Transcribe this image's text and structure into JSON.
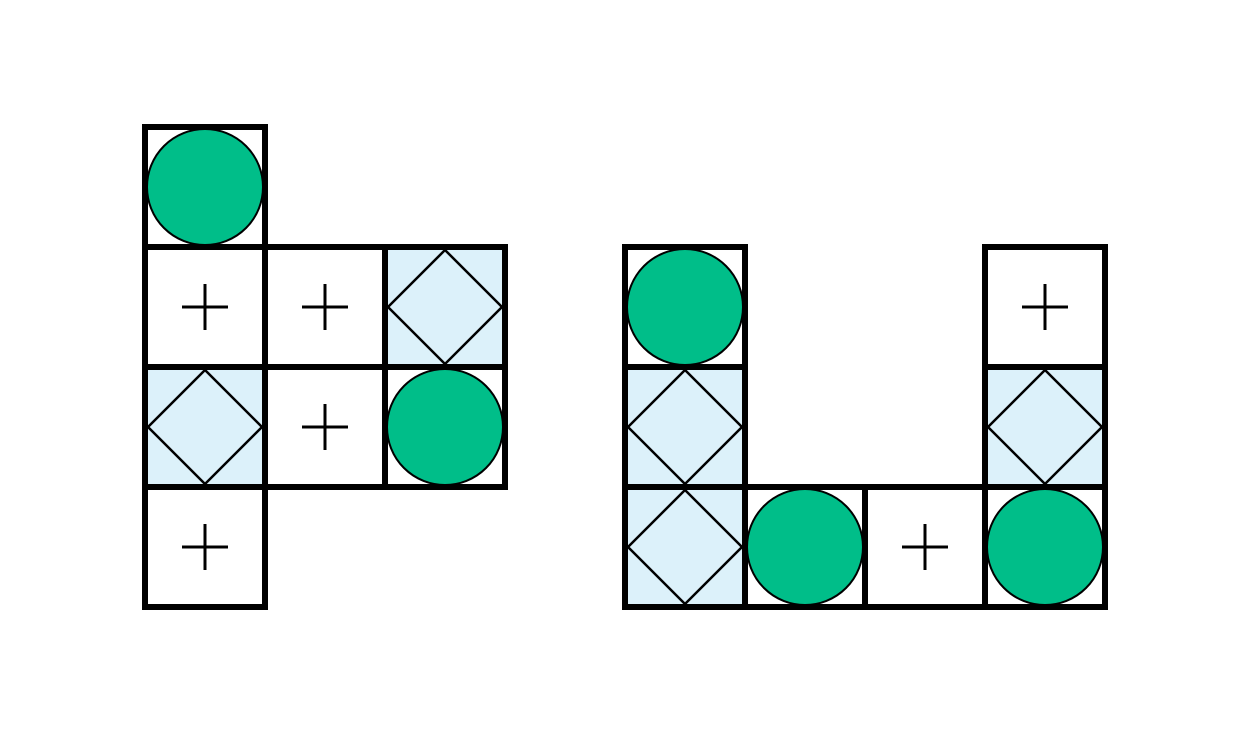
{
  "colors": {
    "circle_fill": "#00BE89",
    "diamond_bg": "#DCF1FA",
    "cell_bg": "#FFFFFF",
    "stroke": "#000000"
  },
  "shapes": [
    {
      "name": "left-shape",
      "cells": [
        {
          "row": 0,
          "col": 0,
          "symbol": "circle"
        },
        {
          "row": 1,
          "col": 0,
          "symbol": "plus"
        },
        {
          "row": 1,
          "col": 1,
          "symbol": "plus"
        },
        {
          "row": 1,
          "col": 2,
          "symbol": "diamond"
        },
        {
          "row": 2,
          "col": 0,
          "symbol": "diamond"
        },
        {
          "row": 2,
          "col": 1,
          "symbol": "plus"
        },
        {
          "row": 2,
          "col": 2,
          "symbol": "circle"
        },
        {
          "row": 3,
          "col": 0,
          "symbol": "plus"
        }
      ]
    },
    {
      "name": "right-shape",
      "cells": [
        {
          "row": 0,
          "col": 0,
          "symbol": "circle"
        },
        {
          "row": 0,
          "col": 3,
          "symbol": "plus"
        },
        {
          "row": 1,
          "col": 0,
          "symbol": "diamond"
        },
        {
          "row": 1,
          "col": 3,
          "symbol": "diamond"
        },
        {
          "row": 2,
          "col": 0,
          "symbol": "diamond"
        },
        {
          "row": 2,
          "col": 1,
          "symbol": "circle"
        },
        {
          "row": 2,
          "col": 2,
          "symbol": "plus"
        },
        {
          "row": 2,
          "col": 3,
          "symbol": "circle"
        }
      ]
    }
  ]
}
